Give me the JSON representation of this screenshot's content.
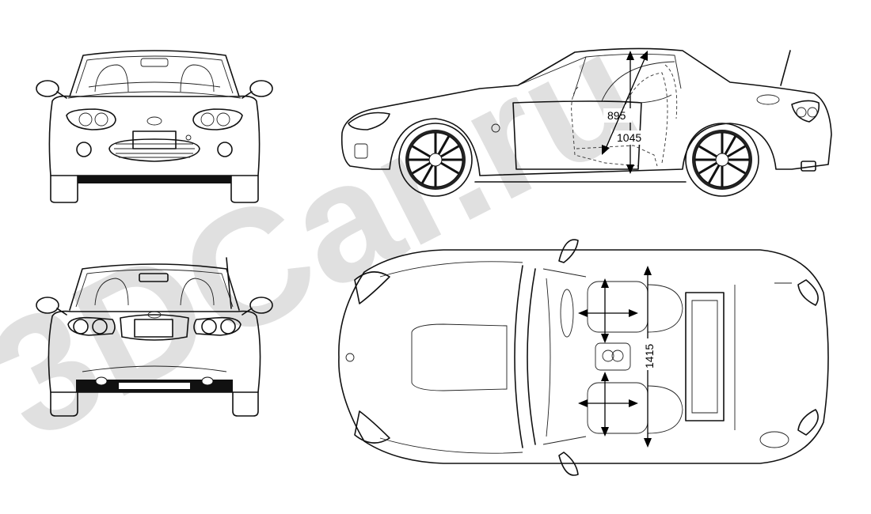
{
  "watermark": {
    "text": "3DCar.ru",
    "color": "#d6d6d6"
  },
  "dimensions": {
    "seat_height": "895",
    "cabin_height": "1045",
    "cabin_width": "1415"
  },
  "colors": {
    "line": "#111111",
    "background": "#ffffff"
  }
}
